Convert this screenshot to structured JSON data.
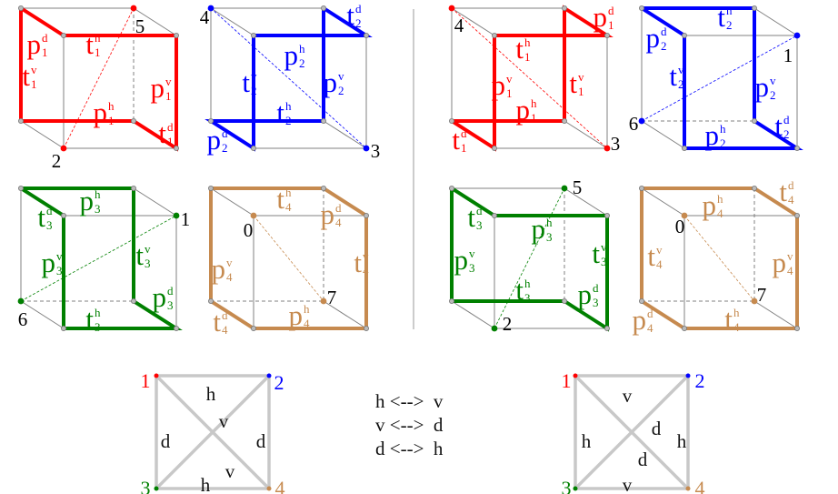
{
  "colors": {
    "c1": "#ff0000",
    "c2": "#0000ff",
    "c3": "#008000",
    "c4": "#c68a4f",
    "edge": "#808080",
    "square": "#c8c8c8"
  },
  "cubes": [
    {
      "color": "c1",
      "edges": [
        {
          "b": "p",
          "sub": "1",
          "sup": "d"
        },
        {
          "b": "t",
          "sub": "1",
          "sup": "h"
        },
        {
          "b": "t",
          "sub": "1",
          "sup": "v"
        },
        {
          "b": "p",
          "sub": "1",
          "sup": "v"
        },
        {
          "b": "p",
          "sub": "1",
          "sup": "h"
        },
        {
          "b": "t",
          "sub": "1",
          "sup": "d"
        }
      ],
      "vertices": [
        "5",
        "2"
      ]
    },
    {
      "color": "c2",
      "edges": [
        {
          "b": "t",
          "sub": "2",
          "sup": "d"
        },
        {
          "b": "p",
          "sub": "2",
          "sup": "h"
        },
        {
          "b": "t",
          "sub": "2",
          "sup": "v"
        },
        {
          "b": "p",
          "sub": "2",
          "sup": "v"
        },
        {
          "b": "t",
          "sub": "2",
          "sup": "h"
        },
        {
          "b": "p",
          "sub": "2",
          "sup": "d"
        }
      ],
      "vertices": [
        "4",
        "3"
      ]
    },
    {
      "color": "c3",
      "edges": [
        {
          "b": "p",
          "sub": "3",
          "sup": "h"
        },
        {
          "b": "t",
          "sub": "3",
          "sup": "d"
        },
        {
          "b": "p",
          "sub": "3",
          "sup": "v"
        },
        {
          "b": "t",
          "sub": "3",
          "sup": "v"
        },
        {
          "b": "p",
          "sub": "3",
          "sup": "d"
        },
        {
          "b": "t",
          "sub": "3",
          "sup": "h"
        }
      ],
      "vertices": [
        "1",
        "6"
      ]
    },
    {
      "color": "c4",
      "edges": [
        {
          "b": "t",
          "sub": "4",
          "sup": "h"
        },
        {
          "b": "p",
          "sub": "4",
          "sup": "d"
        },
        {
          "b": "p",
          "sub": "4",
          "sup": "v"
        },
        {
          "b": "t",
          "sub": "4",
          "sup": "v"
        },
        {
          "b": "t",
          "sub": "4",
          "sup": "d"
        },
        {
          "b": "p",
          "sub": "4",
          "sup": "h"
        }
      ],
      "vertices": [
        "0",
        "7"
      ]
    },
    {
      "color": "c1",
      "edges": [
        {
          "b": "p",
          "sub": "1",
          "sup": "d"
        },
        {
          "b": "t",
          "sub": "1",
          "sup": "h"
        },
        {
          "b": "p",
          "sub": "1",
          "sup": "v"
        },
        {
          "b": "t",
          "sub": "1",
          "sup": "v"
        },
        {
          "b": "p",
          "sub": "1",
          "sup": "h"
        },
        {
          "b": "t",
          "sub": "1",
          "sup": "d"
        }
      ],
      "vertices": [
        "4",
        "3"
      ]
    },
    {
      "color": "c2",
      "edges": [
        {
          "b": "t",
          "sub": "2",
          "sup": "h"
        },
        {
          "b": "p",
          "sub": "2",
          "sup": "d"
        },
        {
          "b": "t",
          "sub": "2",
          "sup": "v"
        },
        {
          "b": "p",
          "sub": "2",
          "sup": "v"
        },
        {
          "b": "t",
          "sub": "2",
          "sup": "d"
        },
        {
          "b": "p",
          "sub": "2",
          "sup": "h"
        }
      ],
      "vertices": [
        "1",
        "6"
      ]
    },
    {
      "color": "c3",
      "edges": [
        {
          "b": "t",
          "sub": "3",
          "sup": "d"
        },
        {
          "b": "p",
          "sub": "3",
          "sup": "h"
        },
        {
          "b": "p",
          "sub": "3",
          "sup": "v"
        },
        {
          "b": "t",
          "sub": "3",
          "sup": "v"
        },
        {
          "b": "t",
          "sub": "3",
          "sup": "h"
        },
        {
          "b": "p",
          "sub": "3",
          "sup": "d"
        }
      ],
      "vertices": [
        "5",
        "2"
      ]
    },
    {
      "color": "c4",
      "edges": [
        {
          "b": "p",
          "sub": "4",
          "sup": "h"
        },
        {
          "b": "t",
          "sub": "4",
          "sup": "d"
        },
        {
          "b": "t",
          "sub": "4",
          "sup": "v"
        },
        {
          "b": "p",
          "sub": "4",
          "sup": "v"
        },
        {
          "b": "p",
          "sub": "4",
          "sup": "d"
        },
        {
          "b": "t",
          "sub": "4",
          "sup": "h"
        }
      ],
      "vertices": [
        "0",
        "7"
      ]
    }
  ],
  "squares": [
    {
      "corners": [
        "1",
        "2",
        "3",
        "4"
      ],
      "edges": [
        "h",
        "v",
        "d",
        "d",
        "v",
        "h"
      ]
    },
    {
      "corners": [
        "1",
        "2",
        "3",
        "4"
      ],
      "edges": [
        "v",
        "d",
        "h",
        "h",
        "d",
        "v"
      ]
    }
  ],
  "legend": [
    "h <-->  v",
    "v <-->  d",
    "d <-->  h"
  ]
}
